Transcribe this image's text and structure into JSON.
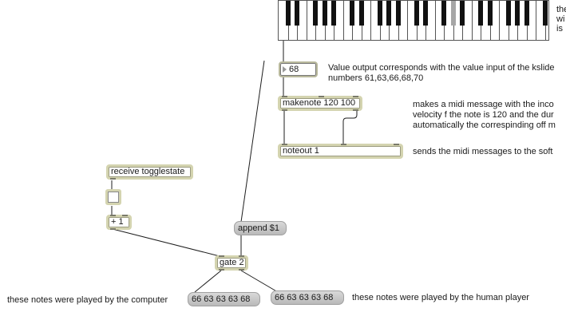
{
  "kslider": {
    "selected_note": 68
  },
  "number_box": {
    "value": "68"
  },
  "objects": {
    "makenote": "makenote 120 100",
    "noteout": "noteout 1",
    "receive": "receive togglestate",
    "plus": "+ 1",
    "gate": "gate 2"
  },
  "messages": {
    "append": "append $1",
    "computer_notes": "66 63 63 63 68",
    "human_notes": "66 63 63 63 68"
  },
  "comments": {
    "top_right_1": "the",
    "top_right_2": "wi",
    "top_right_3": "is",
    "value_output_1": "Value output corresponds with the value input of the kslide",
    "value_output_2": "numbers 61,63,66,68,70",
    "makenote_1": "makes a midi message with the inco",
    "makenote_2": "velocity f the note is 120 and the dur",
    "makenote_3": "automatically the correspinding off m",
    "noteout": "sends the midi messages to the soft",
    "computer_played": "these notes were played by the computer",
    "human_played": "these notes were played by the human player"
  },
  "colors": {
    "object_border": "#d4d4b0",
    "message_fill": "#c8c8c8",
    "wire": "#1e1e1e",
    "selected_key": "#a6a6a6"
  }
}
